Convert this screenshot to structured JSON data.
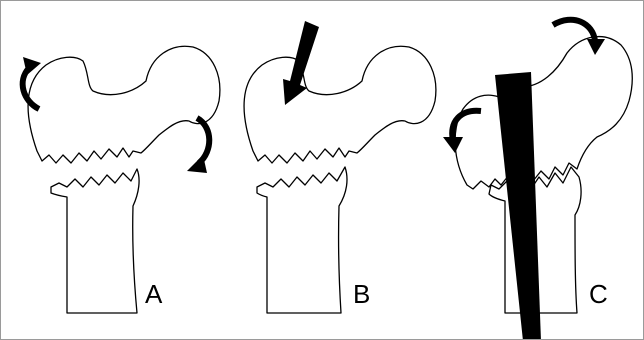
{
  "figure": {
    "panels": [
      {
        "id": "A",
        "label": "A"
      },
      {
        "id": "B",
        "label": "B"
      },
      {
        "id": "C",
        "label": "C"
      }
    ],
    "colors": {
      "line": "#000000",
      "background": "#ffffff",
      "frame": "#9a9a9a"
    }
  }
}
